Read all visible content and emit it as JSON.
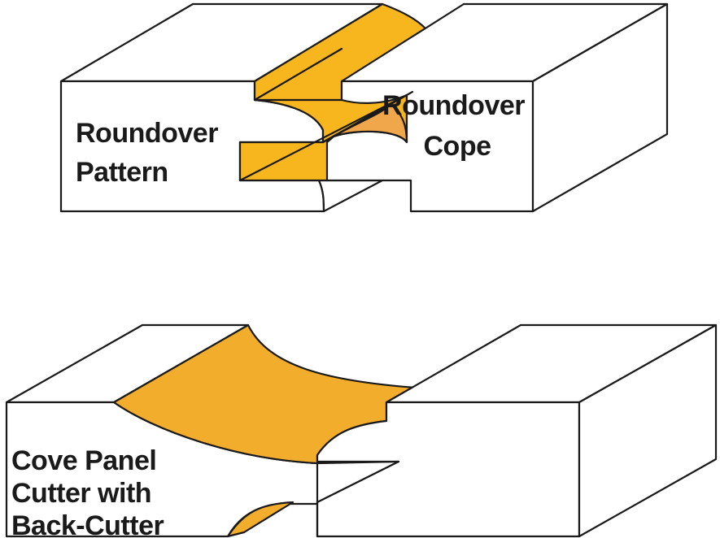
{
  "labels": {
    "top_left": [
      "Roundover",
      "Pattern"
    ],
    "top_right": [
      "Roundover",
      "Cope"
    ],
    "bottom": [
      "Cove Panel",
      "Cutter with",
      "Back-Cutter"
    ]
  },
  "colors": {
    "profile_main": "#f7b51e",
    "profile_shade": "#f0a64a",
    "cove_main": "#f2ad2c",
    "outline": "#1a1a1a",
    "block_face": "#ffffff"
  }
}
